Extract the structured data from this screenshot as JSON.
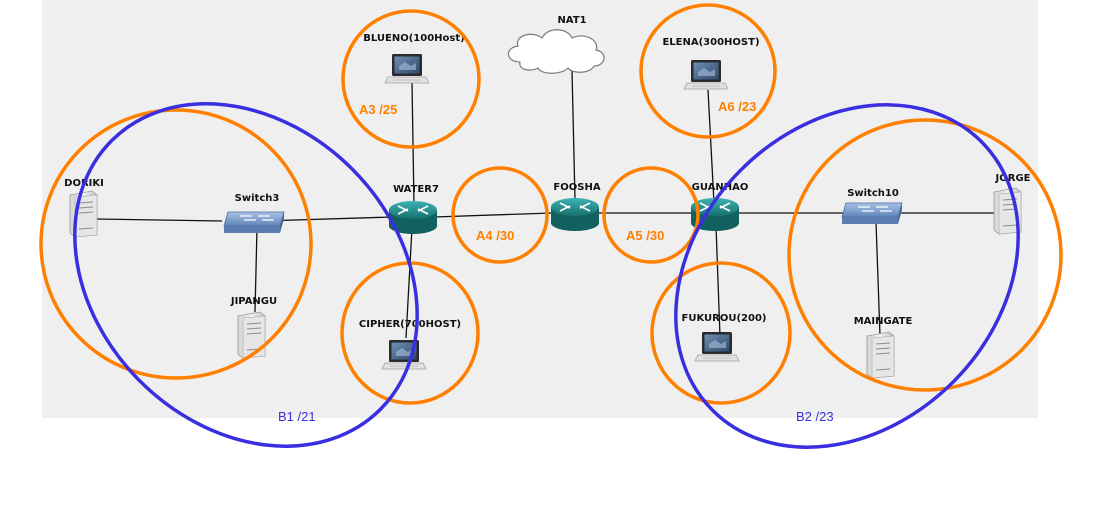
{
  "colors": {
    "canvas": "#efefef",
    "orange": "#ff8000",
    "blue": "#3a2fe0",
    "router": "#1f8a8a",
    "switch": "#7da0cf"
  },
  "nodes": {
    "nat1": "NAT1",
    "blueno": "BLUENO(100Host)",
    "elena": "ELENA(300HOST)",
    "doriki": "DORIKI",
    "switch3": "Switch3",
    "water7": "WATER7",
    "foosha": "FOOSHA",
    "guanhao": "GUANHAO",
    "switch10": "Switch10",
    "jorge": "JORGE",
    "jipangu": "JIPANGU",
    "cipher": "CIPHER(700HOST)",
    "fukurou": "FUKUROU(200)",
    "maingate": "MAINGATE"
  },
  "subnets": {
    "a3": "A3 /25",
    "a4": "A4 /30",
    "a5": "A5 /30",
    "a6": "A6 /23",
    "b1": "B1 /21",
    "b2": "B2 /23"
  },
  "icons": {
    "cloud": "cloud-icon",
    "router": "router-icon",
    "switch": "switch-icon",
    "server": "server-icon",
    "laptop": "laptop-icon"
  }
}
